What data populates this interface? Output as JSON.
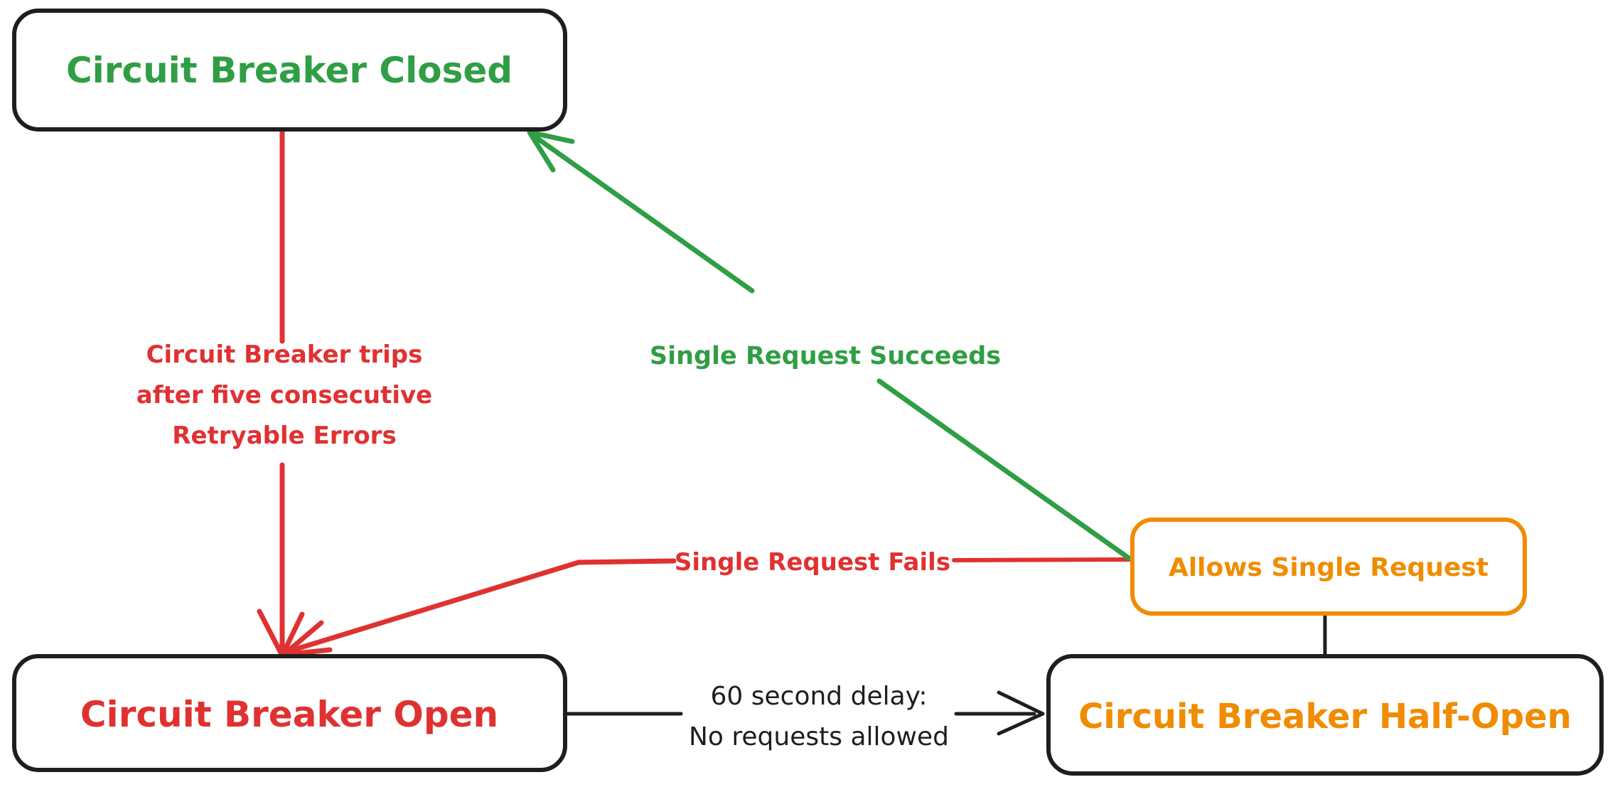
{
  "diagram": {
    "type": "state-diagram",
    "background": "#ffffff",
    "colors": {
      "green": "#2f9e44",
      "red": "#e03131",
      "orange": "#f08c00",
      "black": "#1e1e1e",
      "node_fill": "#ffffff"
    },
    "nodes": {
      "closed": {
        "label": "Circuit Breaker Closed",
        "text_color": "#2f9e44",
        "border_color": "#1e1e1e"
      },
      "open": {
        "label": "Circuit Breaker Open",
        "text_color": "#e03131",
        "border_color": "#1e1e1e"
      },
      "half_open": {
        "label": "Circuit Breaker Half-Open",
        "text_color": "#f08c00",
        "border_color": "#1e1e1e"
      },
      "allows_single_request": {
        "label": "Allows Single Request",
        "text_color": "#f08c00",
        "border_color": "#f08c00"
      }
    },
    "edges": {
      "trip": {
        "from": "closed",
        "to": "open",
        "color": "#e03131",
        "label_lines": [
          "Circuit Breaker trips",
          "after five consecutive",
          "Retryable Errors"
        ]
      },
      "success": {
        "from": "allows_single_request",
        "to": "closed",
        "color": "#2f9e44",
        "label": "Single Request Succeeds"
      },
      "fail": {
        "from": "allows_single_request",
        "to": "open",
        "color": "#e03131",
        "label": "Single Request Fails"
      },
      "delay": {
        "from": "open",
        "to": "half_open",
        "color": "#1e1e1e",
        "label_lines": [
          "60 second delay:",
          "No requests allowed"
        ]
      },
      "half_open_connector": {
        "from": "half_open",
        "to": "allows_single_request",
        "color": "#1e1e1e"
      }
    }
  }
}
